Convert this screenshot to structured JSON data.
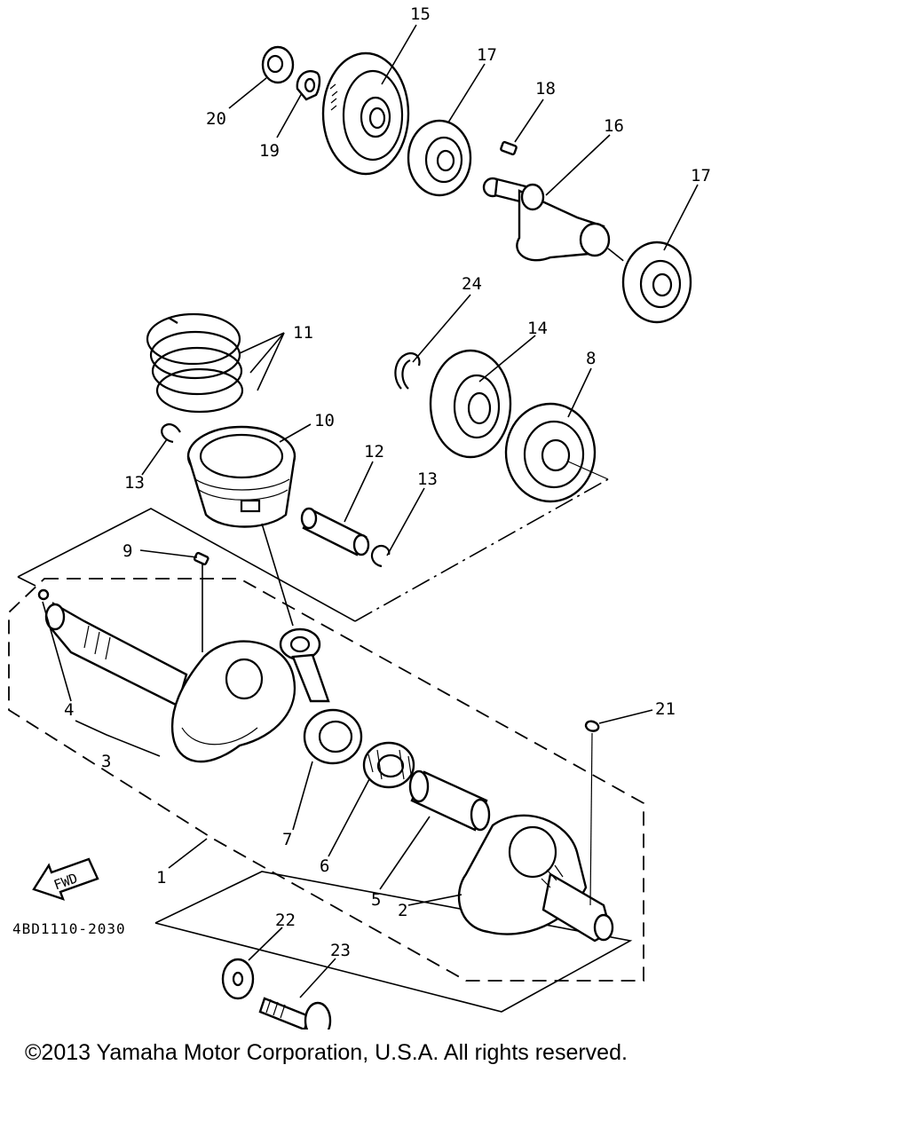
{
  "diagram": {
    "code": "4BD1110-2030",
    "fwd_label": "FWD",
    "labels": {
      "l1": "1",
      "l2": "2",
      "l3": "3",
      "l4": "4",
      "l5": "5",
      "l6": "6",
      "l7": "7",
      "l8": "8",
      "l9": "9",
      "l10": "10",
      "l11": "11",
      "l12": "12",
      "l13a": "13",
      "l13b": "13",
      "l14": "14",
      "l15": "15",
      "l16": "16",
      "l17a": "17",
      "l17b": "17",
      "l18": "18",
      "l19": "19",
      "l20": "20",
      "l21": "21",
      "l22": "22",
      "l23": "23",
      "l24": "24"
    }
  },
  "footer": {
    "copyright": "©2013 Yamaha Motor Corporation, U.S.A. All rights reserved."
  }
}
